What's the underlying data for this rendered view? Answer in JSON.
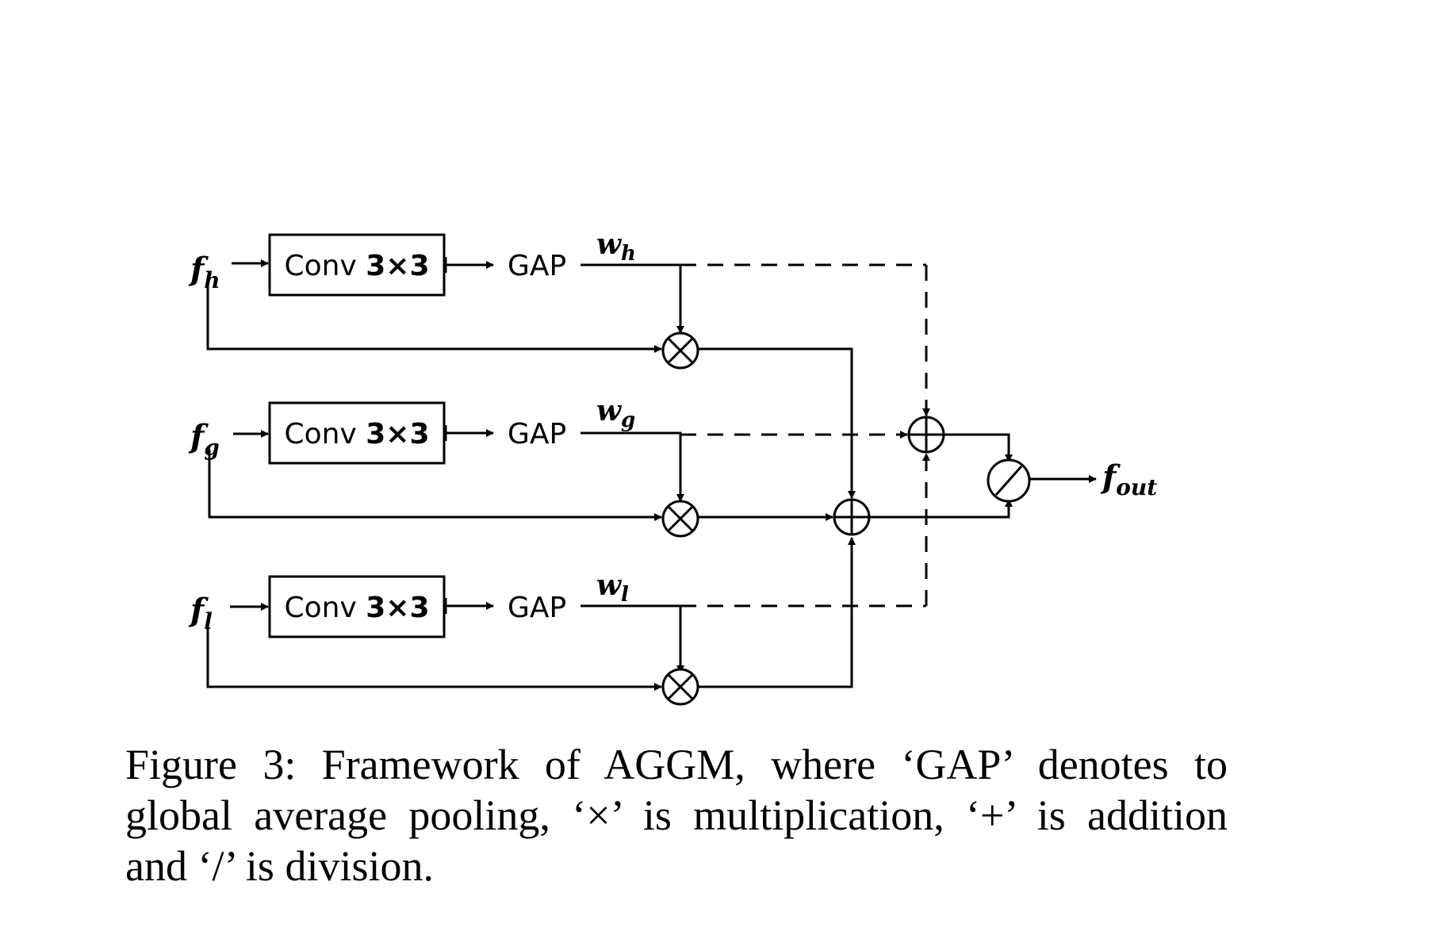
{
  "diagram": {
    "rows": [
      {
        "input_symbol": "f",
        "input_sub": "h",
        "conv_prefix": "Conv ",
        "conv_kernel": "3×3",
        "gap": "GAP",
        "weight_symbol": "w",
        "weight_sub": "h"
      },
      {
        "input_symbol": "f",
        "input_sub": "g",
        "conv_prefix": "Conv ",
        "conv_kernel": "3×3",
        "gap": "GAP",
        "weight_symbol": "w",
        "weight_sub": "g"
      },
      {
        "input_symbol": "f",
        "input_sub": "l",
        "conv_prefix": "Conv ",
        "conv_kernel": "3×3",
        "gap": "GAP",
        "weight_symbol": "w",
        "weight_sub": "l"
      }
    ],
    "output_symbol": "f",
    "output_sub": "out"
  },
  "caption": {
    "line1": "Figure 3: Framework of AGGM, where ‘GAP’ denotes to",
    "line2": "global average pooling, ‘×’ is multiplication, ‘+’ is addition",
    "line3": "and ‘/’ is division."
  }
}
